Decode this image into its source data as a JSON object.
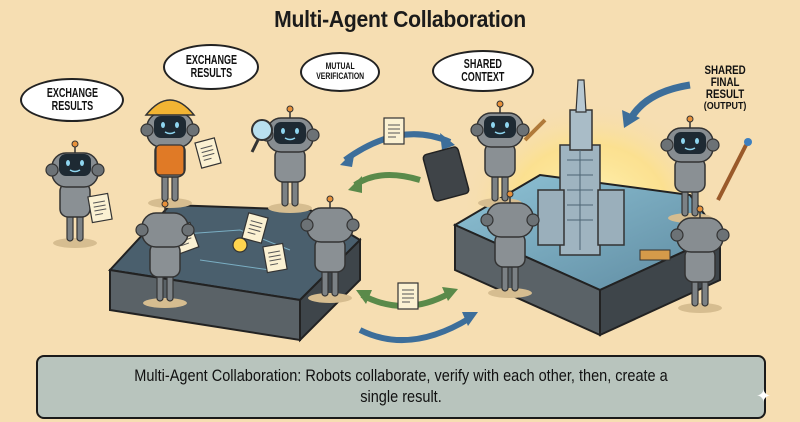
{
  "title": "Multi-Agent Collaboration",
  "bubbles": [
    {
      "id": "left-robot",
      "lines": [
        "EXCHANGE",
        "RESULTS"
      ]
    },
    {
      "id": "hardhat-robot",
      "lines": [
        "EXCHANGE",
        "RESULTS"
      ]
    },
    {
      "id": "magnifier-robot",
      "lines": [
        "MUTUAL",
        "VERIFICATION"
      ]
    },
    {
      "id": "calculator-robot",
      "lines": [
        "SHARED",
        "CONTEXT"
      ]
    }
  ],
  "output_label": [
    "SHARED",
    "FINAL",
    "RESULT",
    "(OUTPUT)"
  ],
  "caption": "Multi-Agent Collaboration: Robots collaborate, verify with each other, then, create a single result.",
  "scene": {
    "left_table": {
      "activity": "robots exchange documents around a blueprint table with a lightbulb idea"
    },
    "right_table": {
      "activity": "robots build a shared skyscraper model with calculator, pencil, paintbrush, ruler"
    },
    "arrows": [
      {
        "color": "#3d6e9a",
        "direction": "two-way",
        "with_document": true
      },
      {
        "color": "#5a8a4a",
        "direction": "to-left"
      },
      {
        "color": "#5a8a4a",
        "direction": "two-way",
        "with_document": true
      },
      {
        "color": "#3d6e9a",
        "direction": "to-right"
      },
      {
        "color": "#3d6e9a",
        "direction": "to-building"
      }
    ]
  },
  "colors": {
    "background": "#f6deb2",
    "robot_body": "#7b8185",
    "table_top": "#4a5f6d",
    "caption_bg": "#b8c4bd",
    "hardhat": "#f2b433",
    "vest": "#e07a26"
  },
  "sparkle": "✦"
}
